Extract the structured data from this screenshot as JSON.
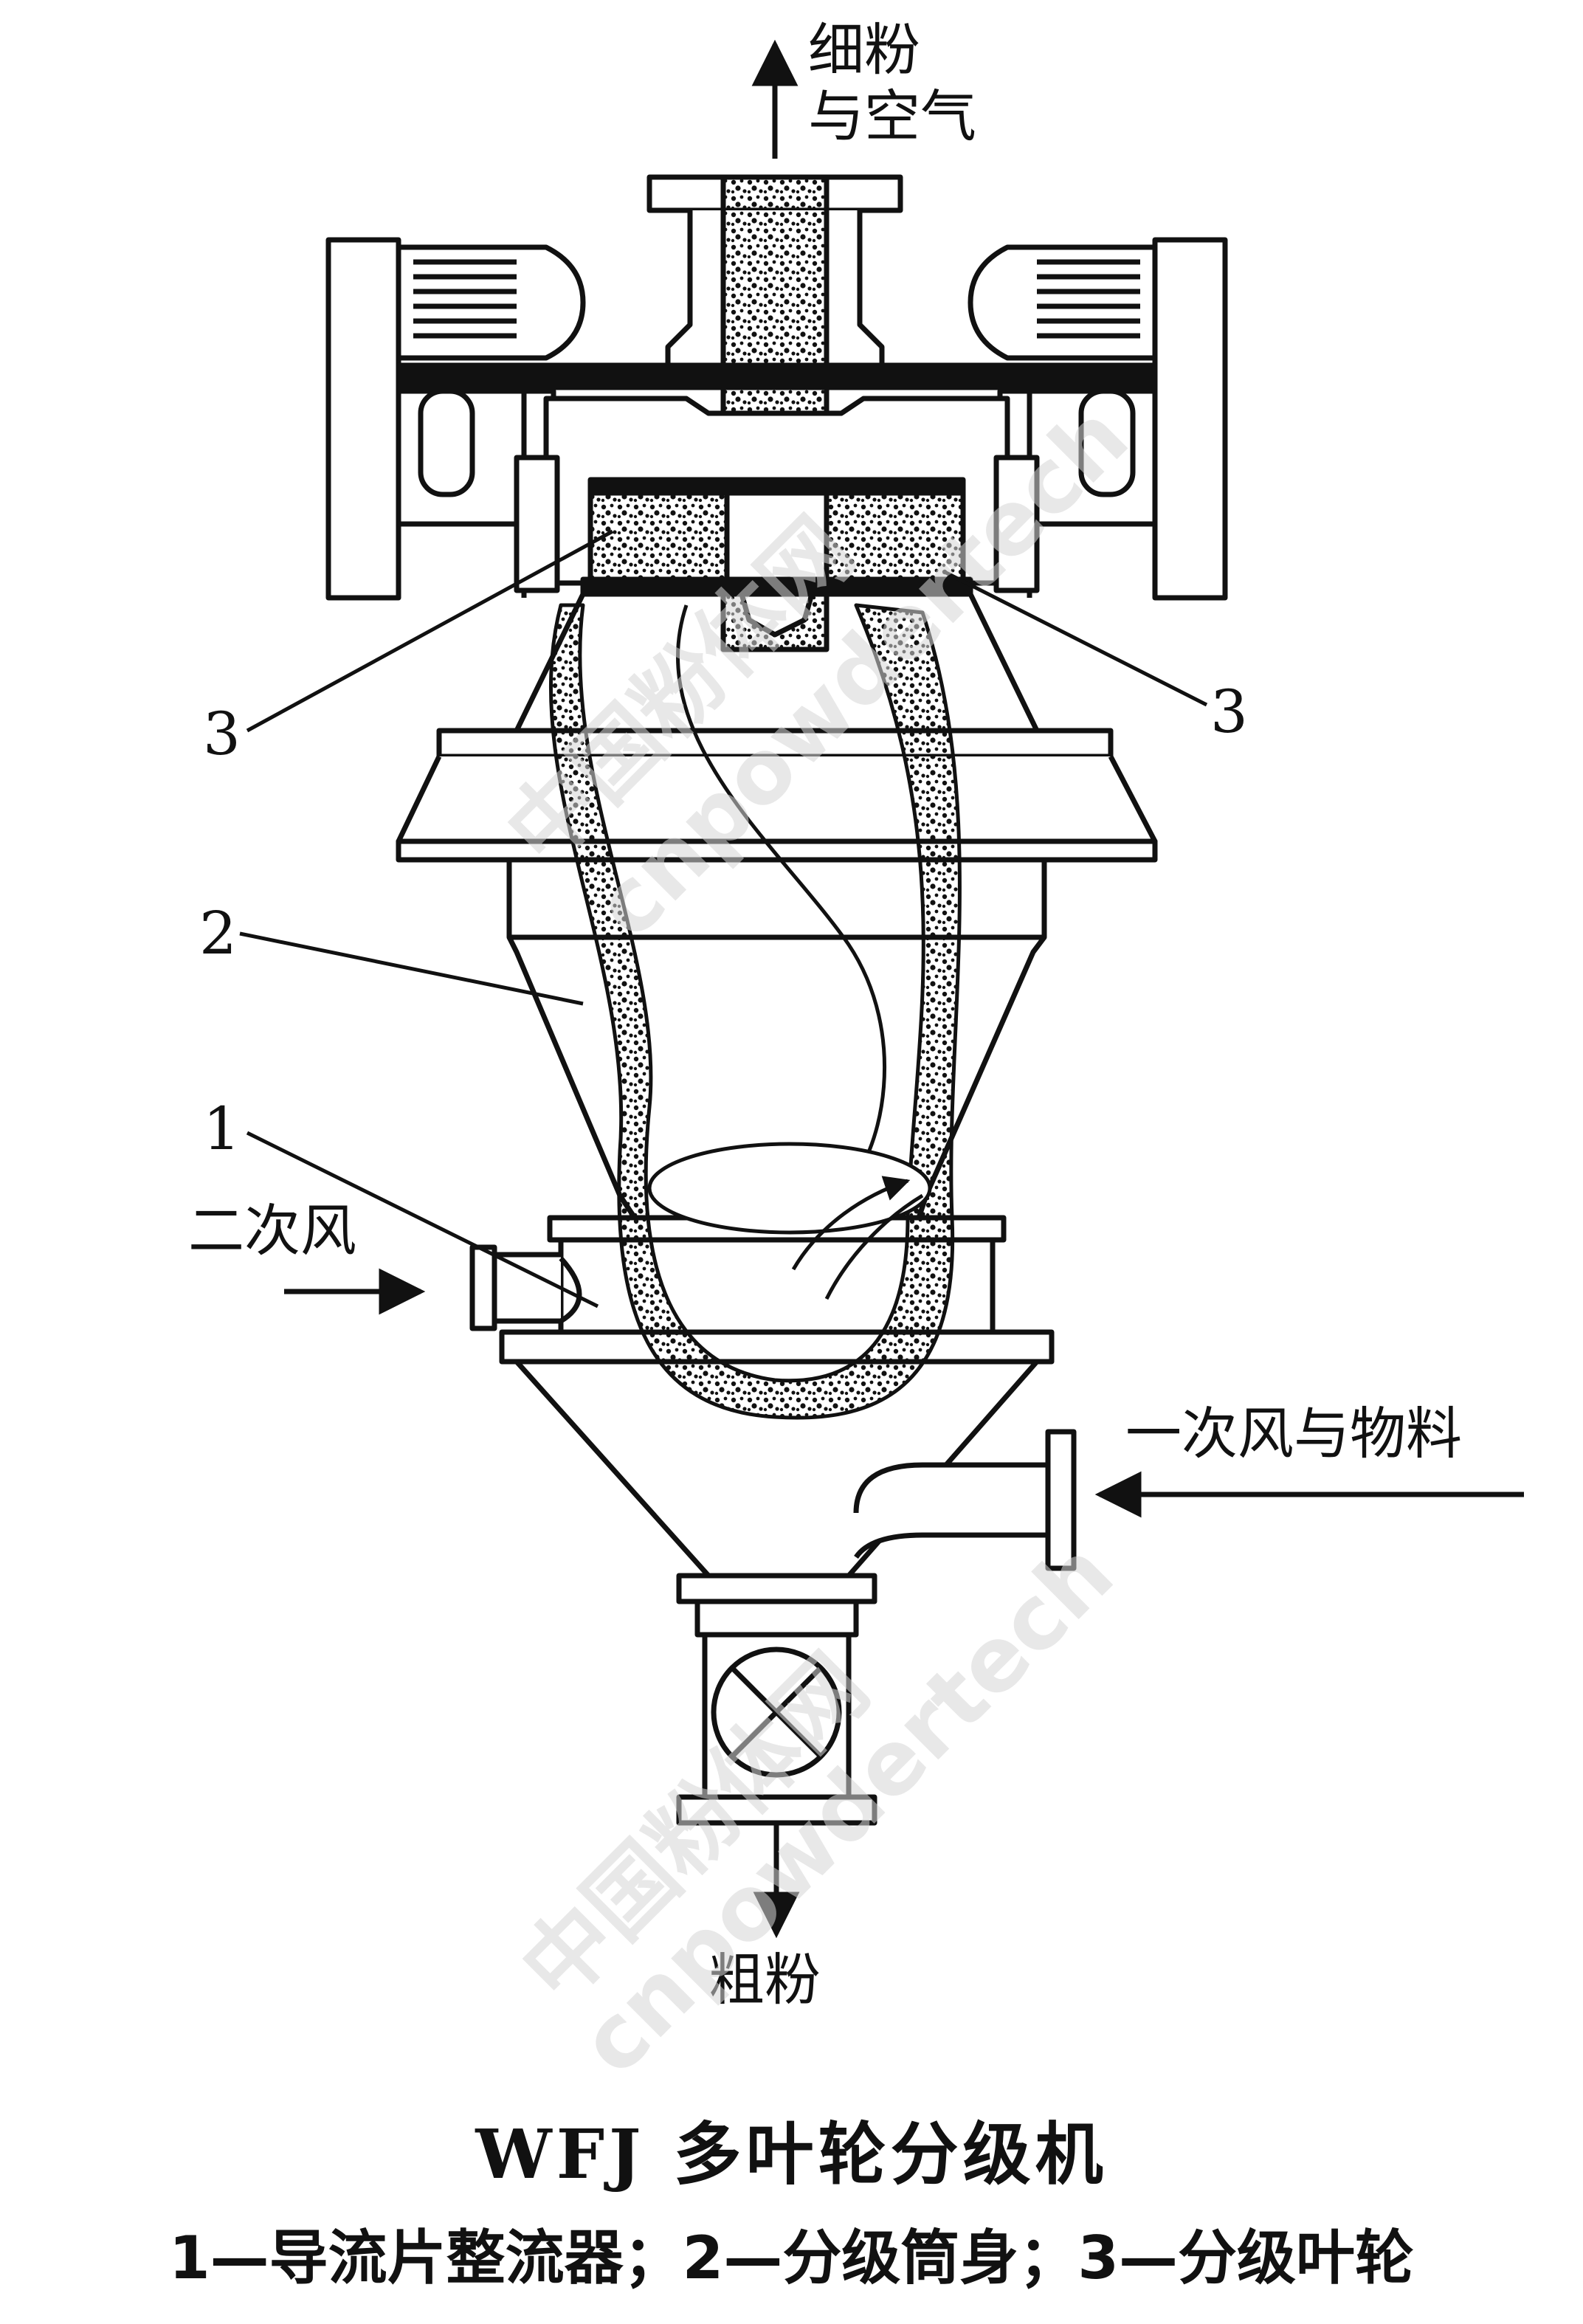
{
  "labels": {
    "fine_powder_out": [
      "细粉",
      "与空气"
    ],
    "coarse_powder_out": "粗粉",
    "secondary_air": "二次风",
    "primary_air_material": "一次风与物料"
  },
  "callouts": [
    "3",
    "3",
    "2",
    "1"
  ],
  "watermarks": [
    "中国粉体网",
    "cnpowdertech"
  ],
  "caption": {
    "title": "WFJ 多叶轮分级机",
    "legend": "1—导流片整流器；2—分级筒身；3—分级叶轮"
  }
}
